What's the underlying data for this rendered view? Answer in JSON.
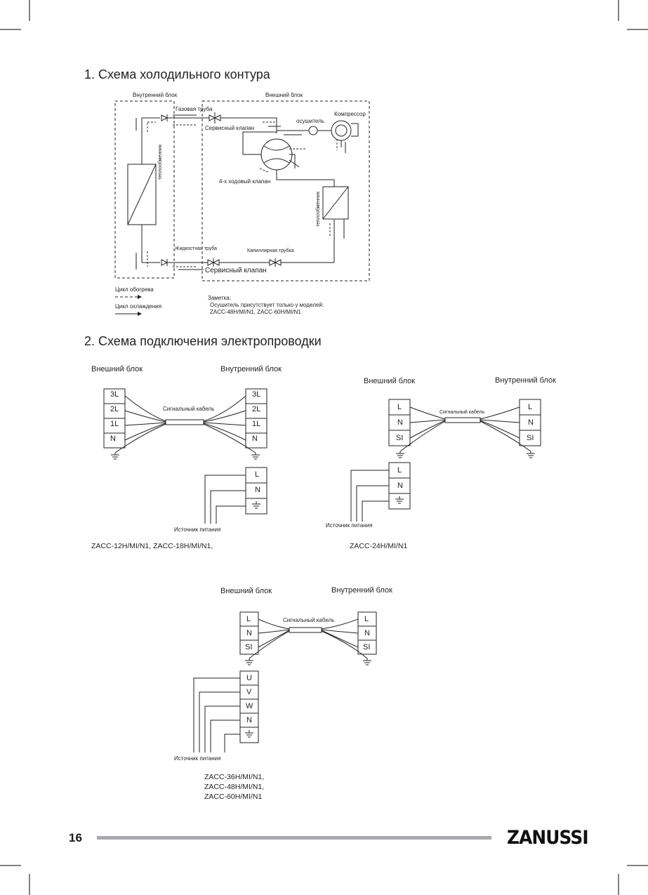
{
  "sections": {
    "refrigerant_title": "1. Схема холодильного контура",
    "wiring_title": "2. Схема подключения электропроводки"
  },
  "refrigerant": {
    "indoor_unit": "Внутренний блок",
    "outdoor_unit": "Внешний блок",
    "gas_pipe": "Газовая труба",
    "service_valve_top": "Сервисный клапан",
    "dryer": "осушитель",
    "compressor": "Компрессор",
    "four_way_valve": "4-х ходовый клапан",
    "heat_exchanger": "теплообменник",
    "liquid_pipe": "Жидкостная труба",
    "capillary": "Капиллярная трубка",
    "service_valve_bottom": "Сервисный клапан",
    "heating_cycle": "Цикл обогрева",
    "cooling_cycle": "Цикл охлаждения",
    "note_title": "Заметка:",
    "note_line1": "Осушитель присутствует только у моделей:",
    "note_line2": "ZACC-48H/MI/N1, ZACC-60H/MI/N1"
  },
  "wiring": {
    "outdoor_unit": "Внешний блок",
    "indoor_unit": "Внутренний блок",
    "signal_cable": "Сигнальный кабель",
    "power_source": "Источник питания",
    "diagram1": {
      "terminals": [
        "3L",
        "2L",
        "1L",
        "N"
      ],
      "power_terminals": [
        "L",
        "N"
      ],
      "models": "ZACC-12H/MI/N1, ZACC-18H/MI/N1,"
    },
    "diagram2": {
      "terminals": [
        "L",
        "N",
        "SI"
      ],
      "power_terminals": [
        "L",
        "N"
      ],
      "models": "ZACC-24H/MI/N1"
    },
    "diagram3": {
      "terminals": [
        "L",
        "N",
        "SI"
      ],
      "power_terminals": [
        "U",
        "V",
        "W",
        "N"
      ],
      "models": [
        "ZACC-36H/MI/N1,",
        "ZACC-48H/MI/N1,",
        "ZACC-60H/MI/N1"
      ]
    }
  },
  "footer": {
    "page_number": "16",
    "brand": "ZANUSSI"
  }
}
